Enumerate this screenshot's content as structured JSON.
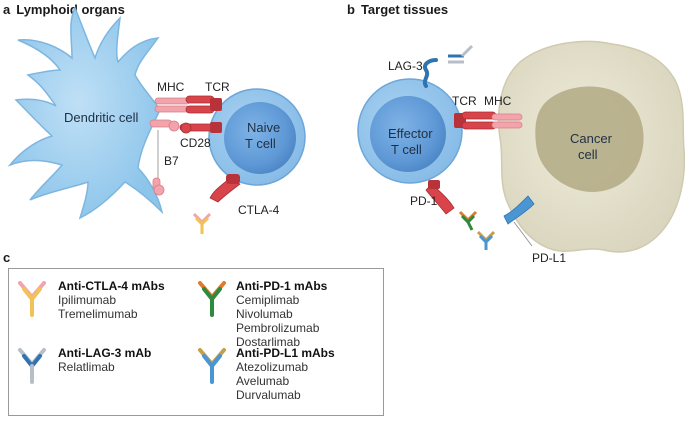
{
  "panels": {
    "a": {
      "letter": "a",
      "title": "Lymphoid organs"
    },
    "b": {
      "letter": "b",
      "title": "Target tissues"
    },
    "c": {
      "letter": "c"
    }
  },
  "cells": {
    "dendritic": "Dendritic cell",
    "naive_line1": "Naive",
    "naive_line2": "T cell",
    "effector_line1": "Effector",
    "effector_line2": "T cell",
    "cancer_line1": "Cancer",
    "cancer_line2": "cell"
  },
  "molecules": {
    "mhc_a": "MHC",
    "tcr_a": "TCR",
    "cd28": "CD28",
    "b7": "B7",
    "ctla4": "CTLA-4",
    "lag3": "LAG-3",
    "tcr_b": "TCR",
    "mhc_b": "MHC",
    "pd1": "PD-1",
    "pdl1": "PD-L1"
  },
  "legend": [
    {
      "title": "Anti-CTLA-4 mAbs",
      "drugs": [
        "Ipilimumab",
        "Tremelimumab"
      ],
      "colors": [
        "#f2a3ab",
        "#f2c25a"
      ]
    },
    {
      "title": "Anti-PD-1 mAbs",
      "drugs": [
        "Cemiplimab",
        "Nivolumab",
        "Pembrolizumab",
        "Dostarlimab"
      ],
      "colors": [
        "#e07a2c",
        "#2f8a3e"
      ]
    },
    {
      "title": "Anti-LAG-3 mAb",
      "drugs": [
        "Relatlimab"
      ],
      "colors": [
        "#2f74b0",
        "#b7bec8"
      ]
    },
    {
      "title": "Anti-PD-L1 mAbs",
      "drugs": [
        "Atezolizumab",
        "Avelumab",
        "Durvalumab"
      ],
      "colors": [
        "#c4a04a",
        "#4a96d2"
      ]
    }
  ]
}
